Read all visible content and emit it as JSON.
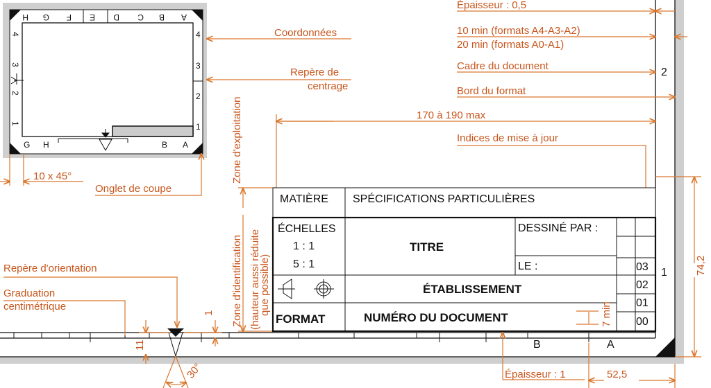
{
  "colors": {
    "annotation": "#c8561c",
    "line": "#111111",
    "border": "#cfcfcf"
  },
  "thumbnail": {
    "top_letters": [
      "H",
      "G",
      "F",
      "E",
      "D",
      "C",
      "B",
      "A"
    ],
    "right_numbers": [
      "4",
      "3",
      "2",
      "1"
    ],
    "left_numbers": [
      "4",
      "3",
      "2",
      "1"
    ],
    "bottom_letters": [
      "G",
      "H",
      "B",
      "A"
    ]
  },
  "labels": {
    "coordonnees": "Coordonnées",
    "repere_centrage_1": "Repère de",
    "repere_centrage_2": "centrage",
    "chanfrein": "10 x 45°",
    "onglet": "Onglet de coupe",
    "epaisseur_05": "Épaisseur : 0,5",
    "marge_1": "10 min (formats A4-A3-A2)",
    "marge_2": "20 min (formats A0-A1)",
    "cadre": "Cadre du document",
    "bord": "Bord du format",
    "largeur": "170 à 190 max",
    "indices": "Indices de mise à jour",
    "zone_exploitation": "Zone d'exploitation",
    "zone_identification": "Zone d'identification",
    "hauteur_1": "(hauteur aussi réduite",
    "hauteur_2": "que possible)",
    "repere_orientation": "Repère d'orientation",
    "graduation_1": "Graduation",
    "graduation_2": "centimétrique",
    "dim_11": "11",
    "dim_1": "1",
    "angle": "30°",
    "epaisseur_1": "Épaisseur : 1",
    "dim_52": "52,5",
    "dim_74": "74,2",
    "dim_7min": "7 min"
  },
  "sheet": {
    "zone_2": "2",
    "zone_1": "1",
    "zone_B": "B",
    "zone_A": "A"
  },
  "title_block": {
    "matiere": "MATIÈRE",
    "specifications": "SPÉCIFICATIONS PARTICULIÈRES",
    "echelles": "ÉCHELLES",
    "scale_1": "1 : 1",
    "scale_2": "5 : 1",
    "titre": "TITRE",
    "dessine_par": "DESSINÉ PAR :",
    "le": "LE :",
    "etablissement": "ÉTABLISSEMENT",
    "format": "FORMAT",
    "numero": "NUMÉRO DU DOCUMENT",
    "indices": [
      "03",
      "02",
      "01",
      "00"
    ]
  }
}
